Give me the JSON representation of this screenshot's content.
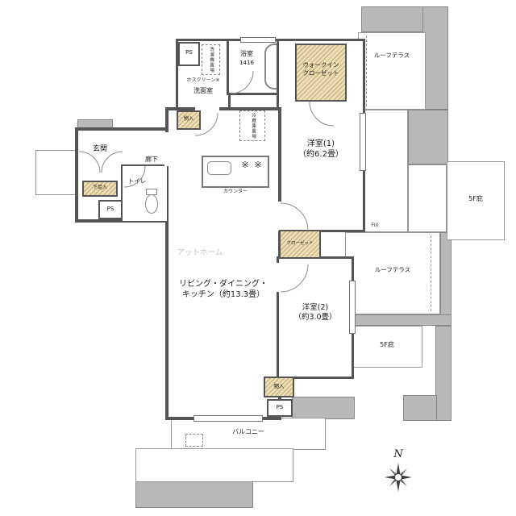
{
  "labels": {
    "genkan": "玄関",
    "rouka": "廊下",
    "toilet": "トイレ",
    "senmenshitsu": "洗面室",
    "yokushitsu": "浴室",
    "yokushitsu_size": "1416",
    "wic_line1": "ウォークイン",
    "wic_line2": "クローゼット",
    "washer": "洗濯機置場",
    "hoscreen": "ホスクリーン※",
    "fridge": "冷蔵庫置場",
    "counter": "カウンター",
    "room1_line1": "洋室(1)",
    "room1_line2": "（約6.2畳）",
    "room2_line1": "洋室(2)",
    "room2_line2": "（約3.0畳）",
    "ldk_line1": "リビング・ダイニング・",
    "ldk_line2": "キッチン（約13.3畳）",
    "closet": "クローゼット",
    "monoire_top": "物入",
    "monoire_bottom": "物入",
    "gesokuire": "下足入",
    "ps_top": "PS",
    "ps_entry": "PS",
    "ps_bottom": "PS",
    "balcony": "バルコニー",
    "roof_terrace_top": "ルーフテラス",
    "roof_terrace_mid": "ルーフテラス",
    "hisashi_right": "5F庇",
    "hisashi_bottom": "5F庇",
    "fix": "FIX",
    "north": "N",
    "watermark": "アットホーム"
  },
  "colors": {
    "wall": "#555555",
    "storage_fill": "#eddfb3",
    "neighbor_gray": "#b9b9b9",
    "thin_outline": "#979797"
  }
}
